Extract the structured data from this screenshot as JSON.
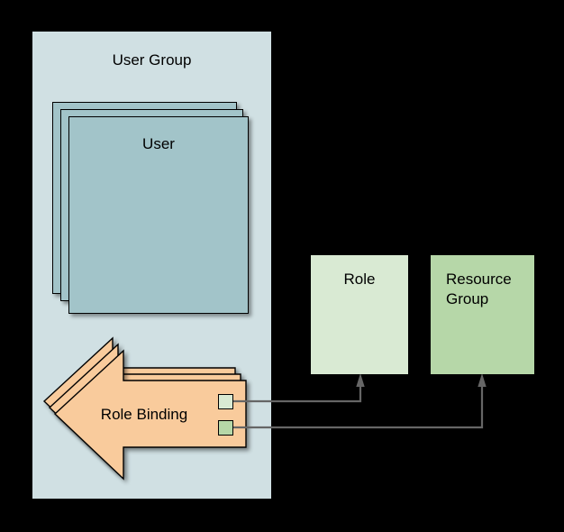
{
  "diagram": {
    "user_group": {
      "label": "User Group"
    },
    "user": {
      "label": "User",
      "stacked_copies": 3
    },
    "role_binding": {
      "label": "Role Binding",
      "stacked_copies": 3
    },
    "role": {
      "label": "Role"
    },
    "resource_group": {
      "label": "Resource Group"
    },
    "connections": [
      {
        "from": "role-binding-role-port",
        "to": "role"
      },
      {
        "from": "role-binding-resource-group-port",
        "to": "resource-group"
      }
    ]
  },
  "colors": {
    "background": "#000000",
    "user_group_bg": "#d0e0e3",
    "user_bg": "#a2c4c9",
    "role_bg": "#d9ead3",
    "resource_group_bg": "#b6d7a8",
    "arrow_bg": "#f9cb9c",
    "connector": "#666666",
    "border": "#000000",
    "text": "#000000"
  }
}
